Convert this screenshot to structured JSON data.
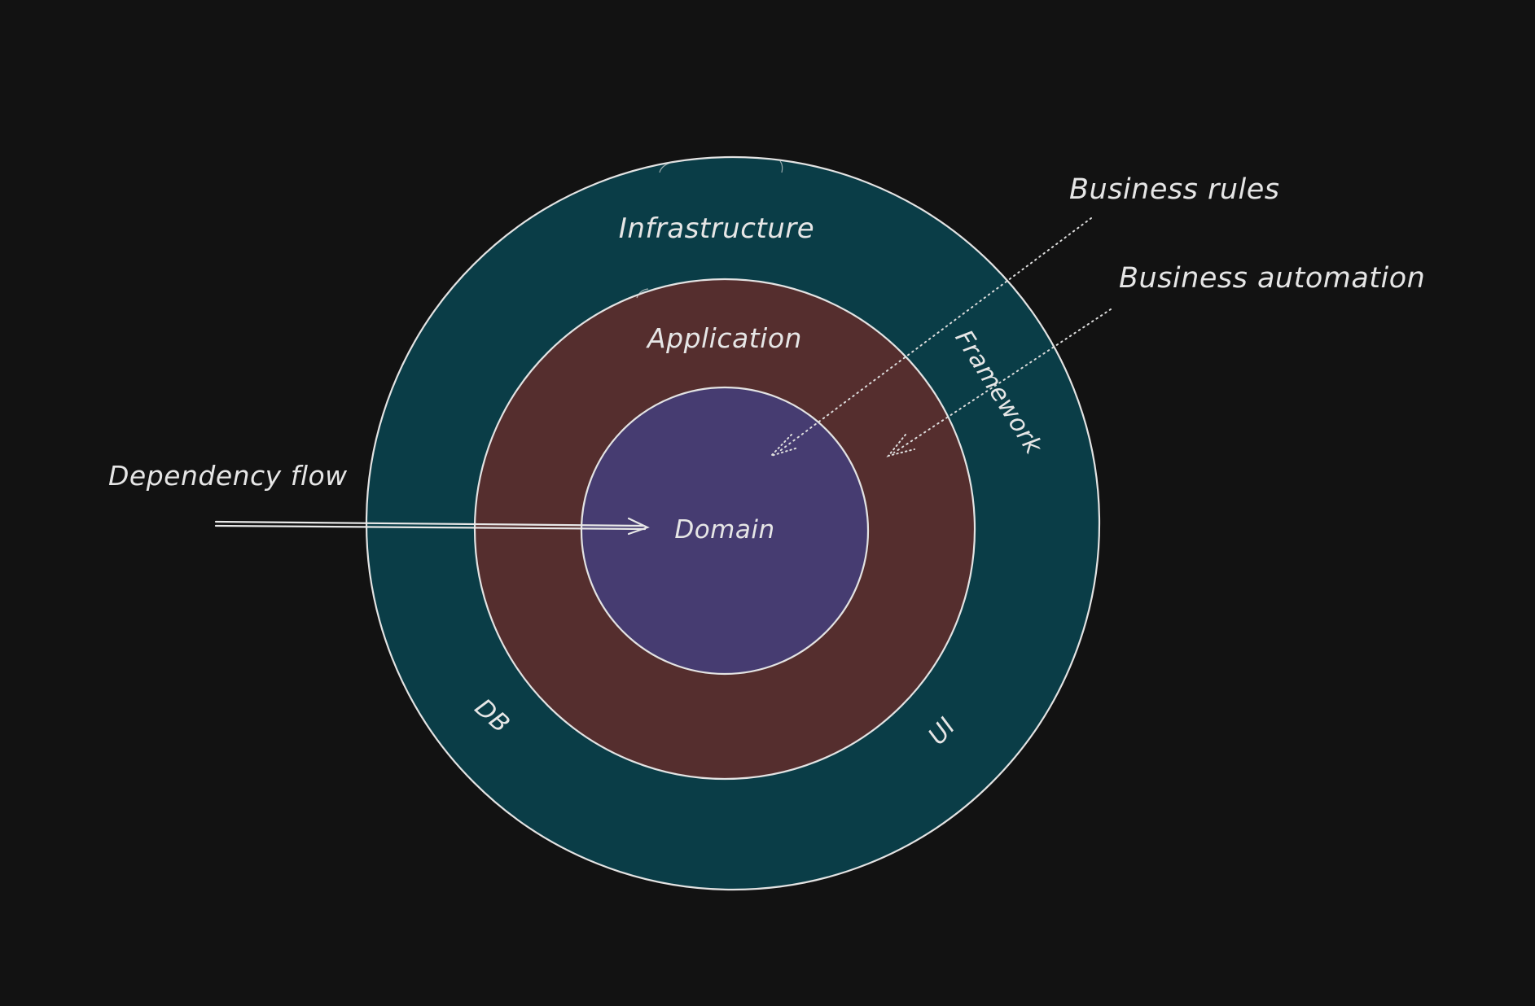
{
  "layers": {
    "outer": {
      "label": "Infrastructure",
      "color": "#0a3d47"
    },
    "middle": {
      "label": "Application",
      "color": "#552e2e"
    },
    "inner": {
      "label": "Domain",
      "color": "#463c71"
    }
  },
  "outer_ring_labels": {
    "framework": "Framework",
    "db": "DB",
    "ui": "UI"
  },
  "annotations": {
    "dependency_flow": "Dependency flow",
    "business_rules": "Business rules",
    "business_automation": "Business automation"
  },
  "colors": {
    "background": "#121212",
    "stroke": "#e3e3e3",
    "text": "#e6e6e6"
  }
}
